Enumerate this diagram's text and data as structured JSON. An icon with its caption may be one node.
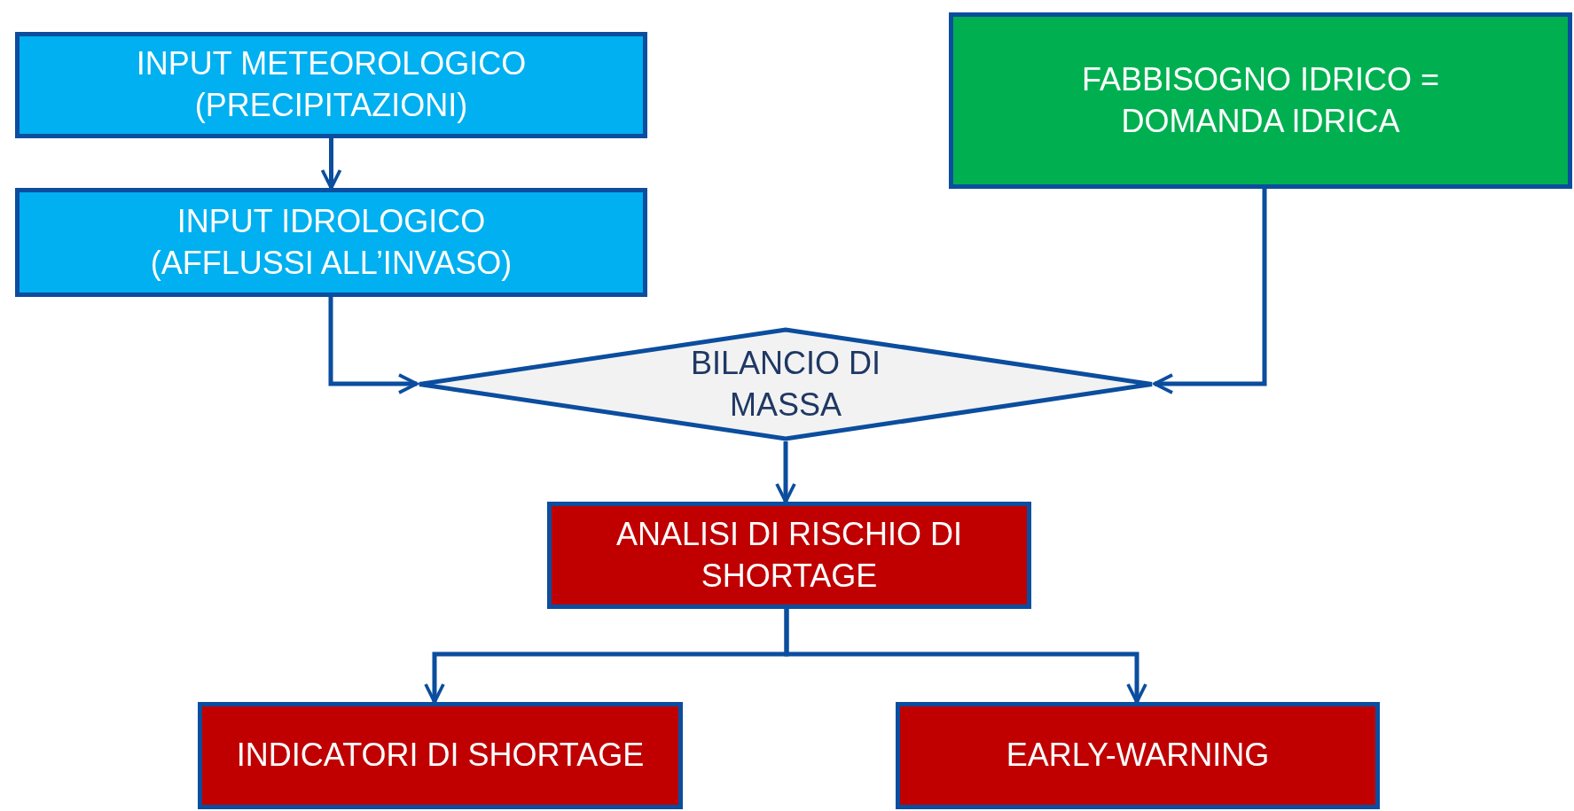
{
  "diagram": {
    "nodes": [
      {
        "text": [
          "INPUT METEOROLOGICO (PRECIPITAZIONI)"
        ]
      },
      {
        "text": [
          "INPUT IDROLOGICO (AFFLUSSI ALL’INVASO)"
        ]
      },
      {
        "text": [
          "FABBISOGNO IDRICO = DOMANDA IDRICA"
        ]
      },
      {
        "text": [
          "BILANCIO DI MASSA"
        ]
      },
      {
        "text": [
          "ANALISI DI RISCHIO DI SHORTAGE"
        ]
      },
      {
        "text": [
          "INDICATORI DI SHORTAGE"
        ]
      },
      {
        "text": [
          "EARLY-WARNING"
        ]
      }
    ],
    "edges": [
      {
        "from": 0,
        "to": 1,
        "arrow": "to"
      },
      {
        "from": 1,
        "to": 3,
        "arrow": "to"
      },
      {
        "from": 2,
        "to": 3,
        "arrow": "to"
      },
      {
        "from": 3,
        "to": 4,
        "arrow": "to"
      },
      {
        "from": 4,
        "to": 5,
        "arrow": "to"
      },
      {
        "from": 4,
        "to": 6,
        "arrow": "to"
      }
    ]
  }
}
